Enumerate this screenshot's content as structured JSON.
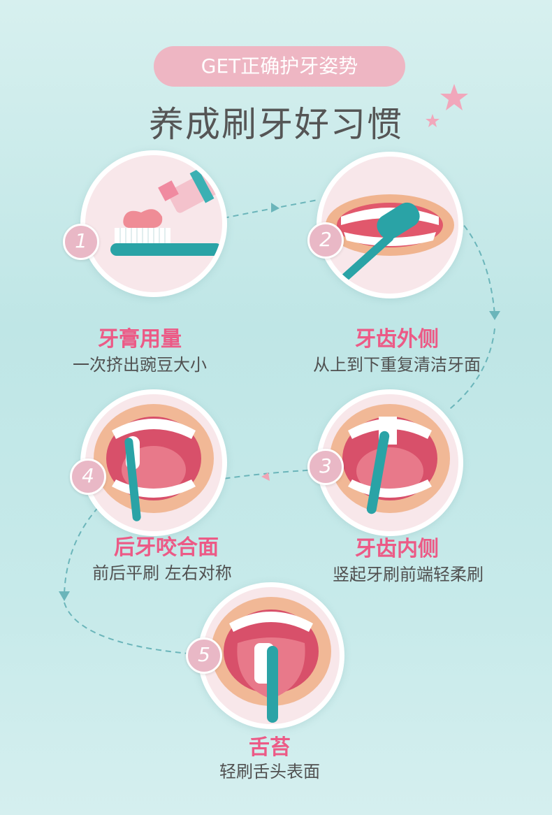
{
  "header": {
    "badge": "GET正确护牙姿势",
    "title": "养成刷牙好习惯"
  },
  "steps": [
    {
      "num": "1",
      "title": "牙膏用量",
      "desc": "一次挤出豌豆大小"
    },
    {
      "num": "2",
      "title": "牙齿外侧",
      "desc": "从上到下重复清洁牙面"
    },
    {
      "num": "3",
      "title": "牙齿内侧",
      "desc": "竖起牙刷前端轻柔刷"
    },
    {
      "num": "4",
      "title": "后牙咬合面",
      "desc": "前后平刷  左右对称"
    },
    {
      "num": "5",
      "title": "舌苔",
      "desc": "轻刷舌头表面"
    }
  ],
  "colors": {
    "accent_pink": "#ec5a86",
    "badge_pink": "#eeb6c3",
    "toothbrush_teal": "#2aa3a6",
    "arrow_teal": "#5fb3b8"
  }
}
